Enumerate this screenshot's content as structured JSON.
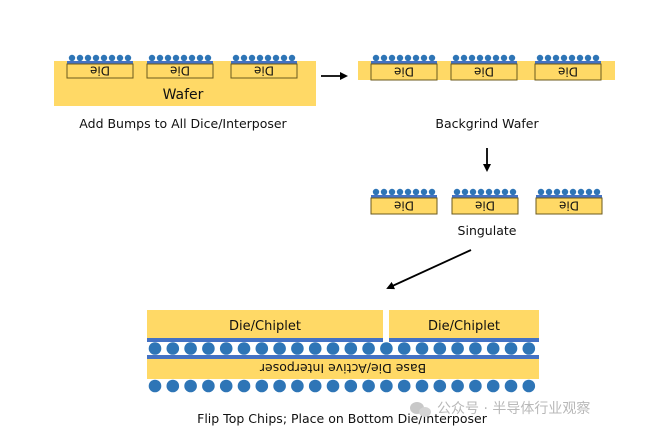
{
  "colors": {
    "die_fill": "#FFD966",
    "die_border": "#6b5a1e",
    "bump": "#2E75B6",
    "passivation": "#4472C4",
    "arrow": "#000000",
    "text": "#111111",
    "watermark": "#b8b8b8"
  },
  "steps": [
    {
      "id": "add-bumps",
      "caption": "Add Bumps to All Dice/Interposer",
      "wafer_label": "Wafer",
      "die_label": "Die",
      "die_count": 3,
      "bumps_per_die": 8
    },
    {
      "id": "backgrind",
      "caption": "Backgrind Wafer",
      "die_label": "Die",
      "die_count": 3,
      "bumps_per_die": 8
    },
    {
      "id": "singulate",
      "caption": "Singulate",
      "die_label": "Die",
      "die_count": 3,
      "bumps_per_die": 8
    },
    {
      "id": "flip-place",
      "caption": "Flip Top Chips; Place on Bottom Die/Interposer",
      "chiplet_labels": [
        "Die/Chiplet",
        "Die/Chiplet"
      ],
      "base_label": "Base Die/Active Interposer",
      "micro_bump_count": 22,
      "bottom_bump_count": 22
    }
  ],
  "arrows": [
    "right",
    "down",
    "down-left"
  ],
  "watermark": {
    "icon": "wechat-icon",
    "text": "公众号 · 半导体行业观察"
  }
}
